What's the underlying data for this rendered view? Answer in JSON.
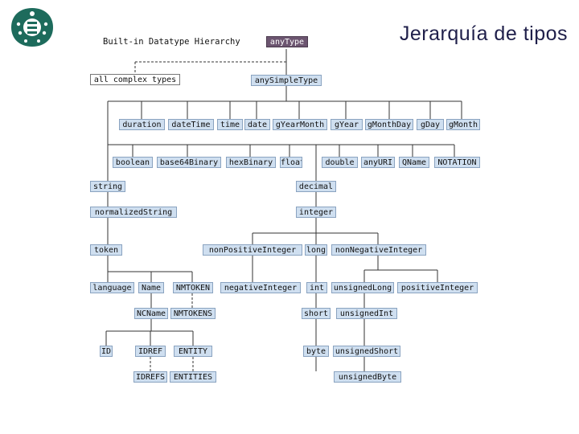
{
  "slide_title": "Jerarquía de tipos",
  "diagram_caption": "Built-in Datatype Hierarchy",
  "logo_icon": "university-crest-icon",
  "colors": {
    "ur_type": "#6c5570",
    "builtin_type": "#cfdff0",
    "complex_type": "#ffffff",
    "title": "#1f1f4a",
    "logo": "#1d6b5c"
  },
  "nodes": {
    "anyType": "anyType",
    "all_complex": "all complex types",
    "anySimpleType": "anySimpleType",
    "duration": "duration",
    "dateTime": "dateTime",
    "time": "time",
    "date": "date",
    "gYearMonth": "gYearMonth",
    "gYear": "gYear",
    "gMonthDay": "gMonthDay",
    "gDay": "gDay",
    "gMonth": "gMonth",
    "boolean": "boolean",
    "base64Binary": "base64Binary",
    "hexBinary": "hexBinary",
    "float": "float",
    "double": "double",
    "anyURI": "anyURI",
    "QName": "QName",
    "NOTATION": "NOTATION",
    "string": "string",
    "decimal": "decimal",
    "normalizedString": "normalizedString",
    "integer": "integer",
    "token": "token",
    "nonPositiveInteger": "nonPositiveInteger",
    "long": "long",
    "nonNegativeInteger": "nonNegativeInteger",
    "language": "language",
    "Name": "Name",
    "NMTOKEN": "NMTOKEN",
    "negativeInteger": "negativeInteger",
    "int": "int",
    "unsignedLong": "unsignedLong",
    "positiveInteger": "positiveInteger",
    "NCName": "NCName",
    "NMTOKENS": "NMTOKENS",
    "short": "short",
    "unsignedInt": "unsignedInt",
    "ID": "ID",
    "IDREF": "IDREF",
    "ENTITY": "ENTITY",
    "byte": "byte",
    "unsignedShort": "unsignedShort",
    "IDREFS": "IDREFS",
    "ENTITIES": "ENTITIES",
    "unsignedByte": "unsignedByte"
  }
}
